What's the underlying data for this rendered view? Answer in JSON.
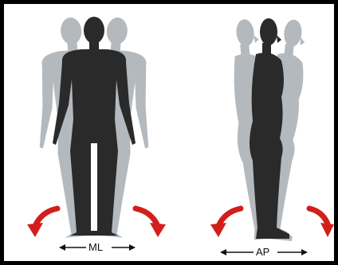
{
  "figure": {
    "panels": [
      {
        "id": "frontal",
        "axis_label": "ML",
        "icon": "body-sway-frontal-figure"
      },
      {
        "id": "sagittal",
        "axis_label": "AP",
        "icon": "body-sway-sagittal-figure"
      }
    ],
    "colors": {
      "border": "#000000",
      "figure_dark": "#2a2a2a",
      "figure_ghost": "#b4b9be",
      "curved_arrow": "#d21f1b",
      "axis_arrow": "#111111"
    }
  }
}
